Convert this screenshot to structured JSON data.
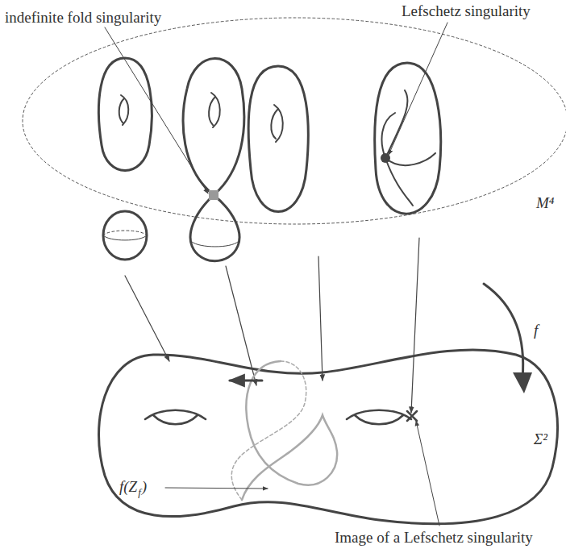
{
  "diagram": {
    "labels": [
      "indefinite fold singularity",
      "Lefschetz singularity",
      "M⁴",
      "f",
      "Σ²",
      "f(Z",
      "f",
      ")",
      "Image of a Lefschetz singularity"
    ]
  }
}
